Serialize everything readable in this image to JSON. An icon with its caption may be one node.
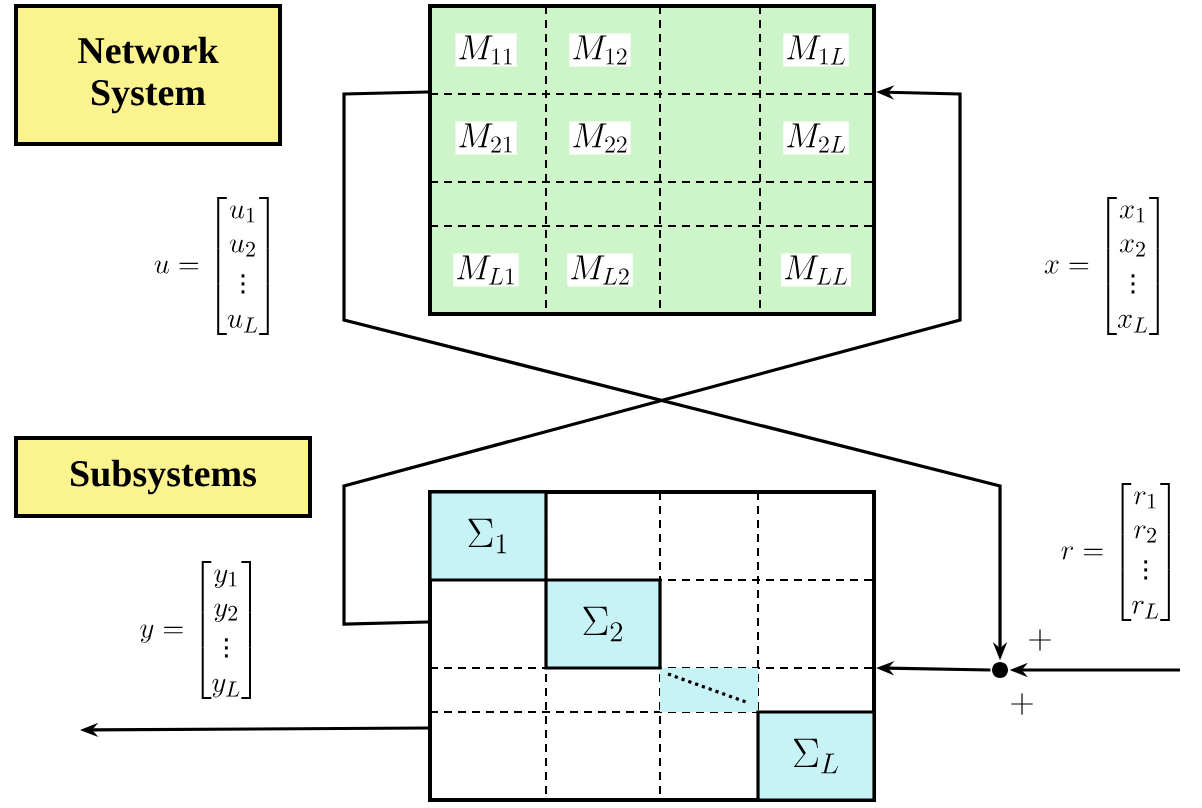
{
  "diagram": {
    "nodes": [
      {
        "text": [
          "Network System"
        ]
      },
      {
        "text": [],
        "shape": "box"
      },
      {
        "text": [
          "Subsystems"
        ]
      },
      {
        "text": [],
        "shape": "box"
      },
      {
        "text": [
          "\\Sigma_1"
        ],
        "in": 3
      },
      {
        "text": [
          "\\Sigma_2"
        ],
        "in": 3
      },
      {
        "text": [
          "\\Sigma_L"
        ],
        "in": 3
      },
      {
        "text": [],
        "shape": "circle"
      }
    ],
    "edges": [
      {
        "from": 1,
        "to": 7,
        "arrow": "to"
      },
      {
        "from": 3,
        "to": 1,
        "arrow": "to"
      },
      {
        "from": 7,
        "to": 3,
        "arrow": "to"
      },
      {
        "from": null,
        "to": 7,
        "arrow": "to"
      },
      {
        "from": 3,
        "to": null,
        "arrow": "to"
      }
    ],
    "labels": [
      "M_{11}",
      "M_{12}",
      "M_{1L}",
      "M_{21}",
      "M_{22}",
      "M_{2L}",
      "M_{L1}",
      "M_{L2}",
      "M_{LL}",
      "u = \\begin{bmatrix} u_1 \\\\ u_2 \\\\ \\vdots \\\\ u_L \\end{bmatrix}",
      "x = \\begin{bmatrix} x_1 \\\\ x_2 \\\\ \\vdots \\\\ x_L \\end{bmatrix}",
      "r = \\begin{bmatrix} r_1 \\\\ r_2 \\\\ \\vdots \\\\ r_L \\end{bmatrix}",
      "y = \\begin{bmatrix} y_1 \\\\ y_2 \\\\ \\vdots \\\\ y_L \\end{bmatrix}",
      "+",
      "+"
    ]
  }
}
